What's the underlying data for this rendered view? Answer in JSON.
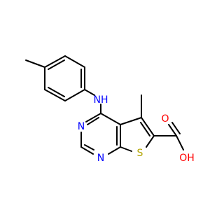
{
  "colors": {
    "bond": "#000000",
    "carbon": "#000000",
    "nitrogen": "#0000ff",
    "oxygen": "#ff0000",
    "sulfur": "#b2a400"
  },
  "atoms": {
    "nh": {
      "text": "NH",
      "element": "N"
    },
    "n3": {
      "text": "N",
      "element": "N"
    },
    "n1": {
      "text": "N",
      "element": "N"
    },
    "s": {
      "text": "S",
      "element": "S"
    },
    "o_carbonyl": {
      "text": "O",
      "element": "O"
    },
    "oh": {
      "text": "OH",
      "element": "O"
    }
  }
}
